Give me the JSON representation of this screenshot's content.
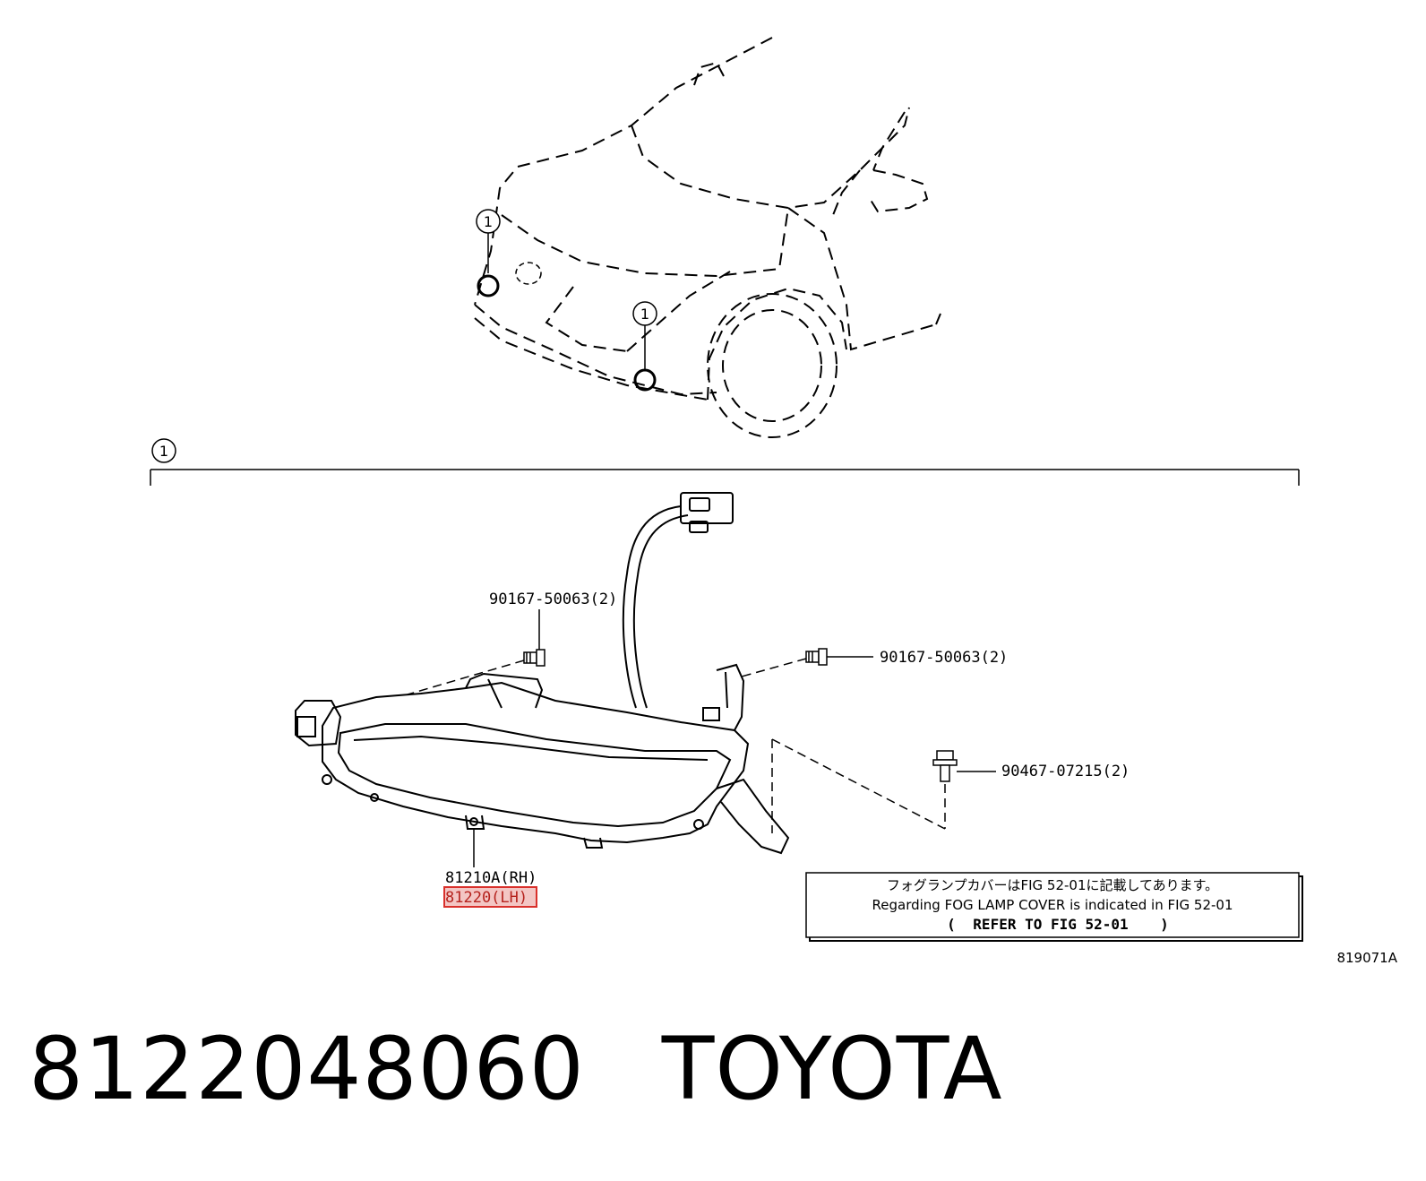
{
  "callouts": {
    "ref_number": "1"
  },
  "part_labels": {
    "bolt_left": "90167-50063(2)",
    "bolt_right": "90167-50063(2)",
    "clip": "90467-07215(2)",
    "lamp_rh": "81210A(RH)",
    "lamp_lh": "81220(LH)"
  },
  "note_box": {
    "line_jp": "フォグランプカバーはFIG 52-01に記載してあります。",
    "line_en": "Regarding FOG LAMP COVER is indicated in FIG 52-01",
    "line_ref_open": "(",
    "line_ref": "REFER TO FIG 52-01",
    "line_ref_close": ")"
  },
  "figure_code": "819071A",
  "footer": {
    "part_number": "8122048060",
    "brand": "TOYOTA"
  },
  "colors": {
    "highlight": "#d9302b",
    "highlight_fill": "#f3c6c4",
    "line": "#000000"
  }
}
